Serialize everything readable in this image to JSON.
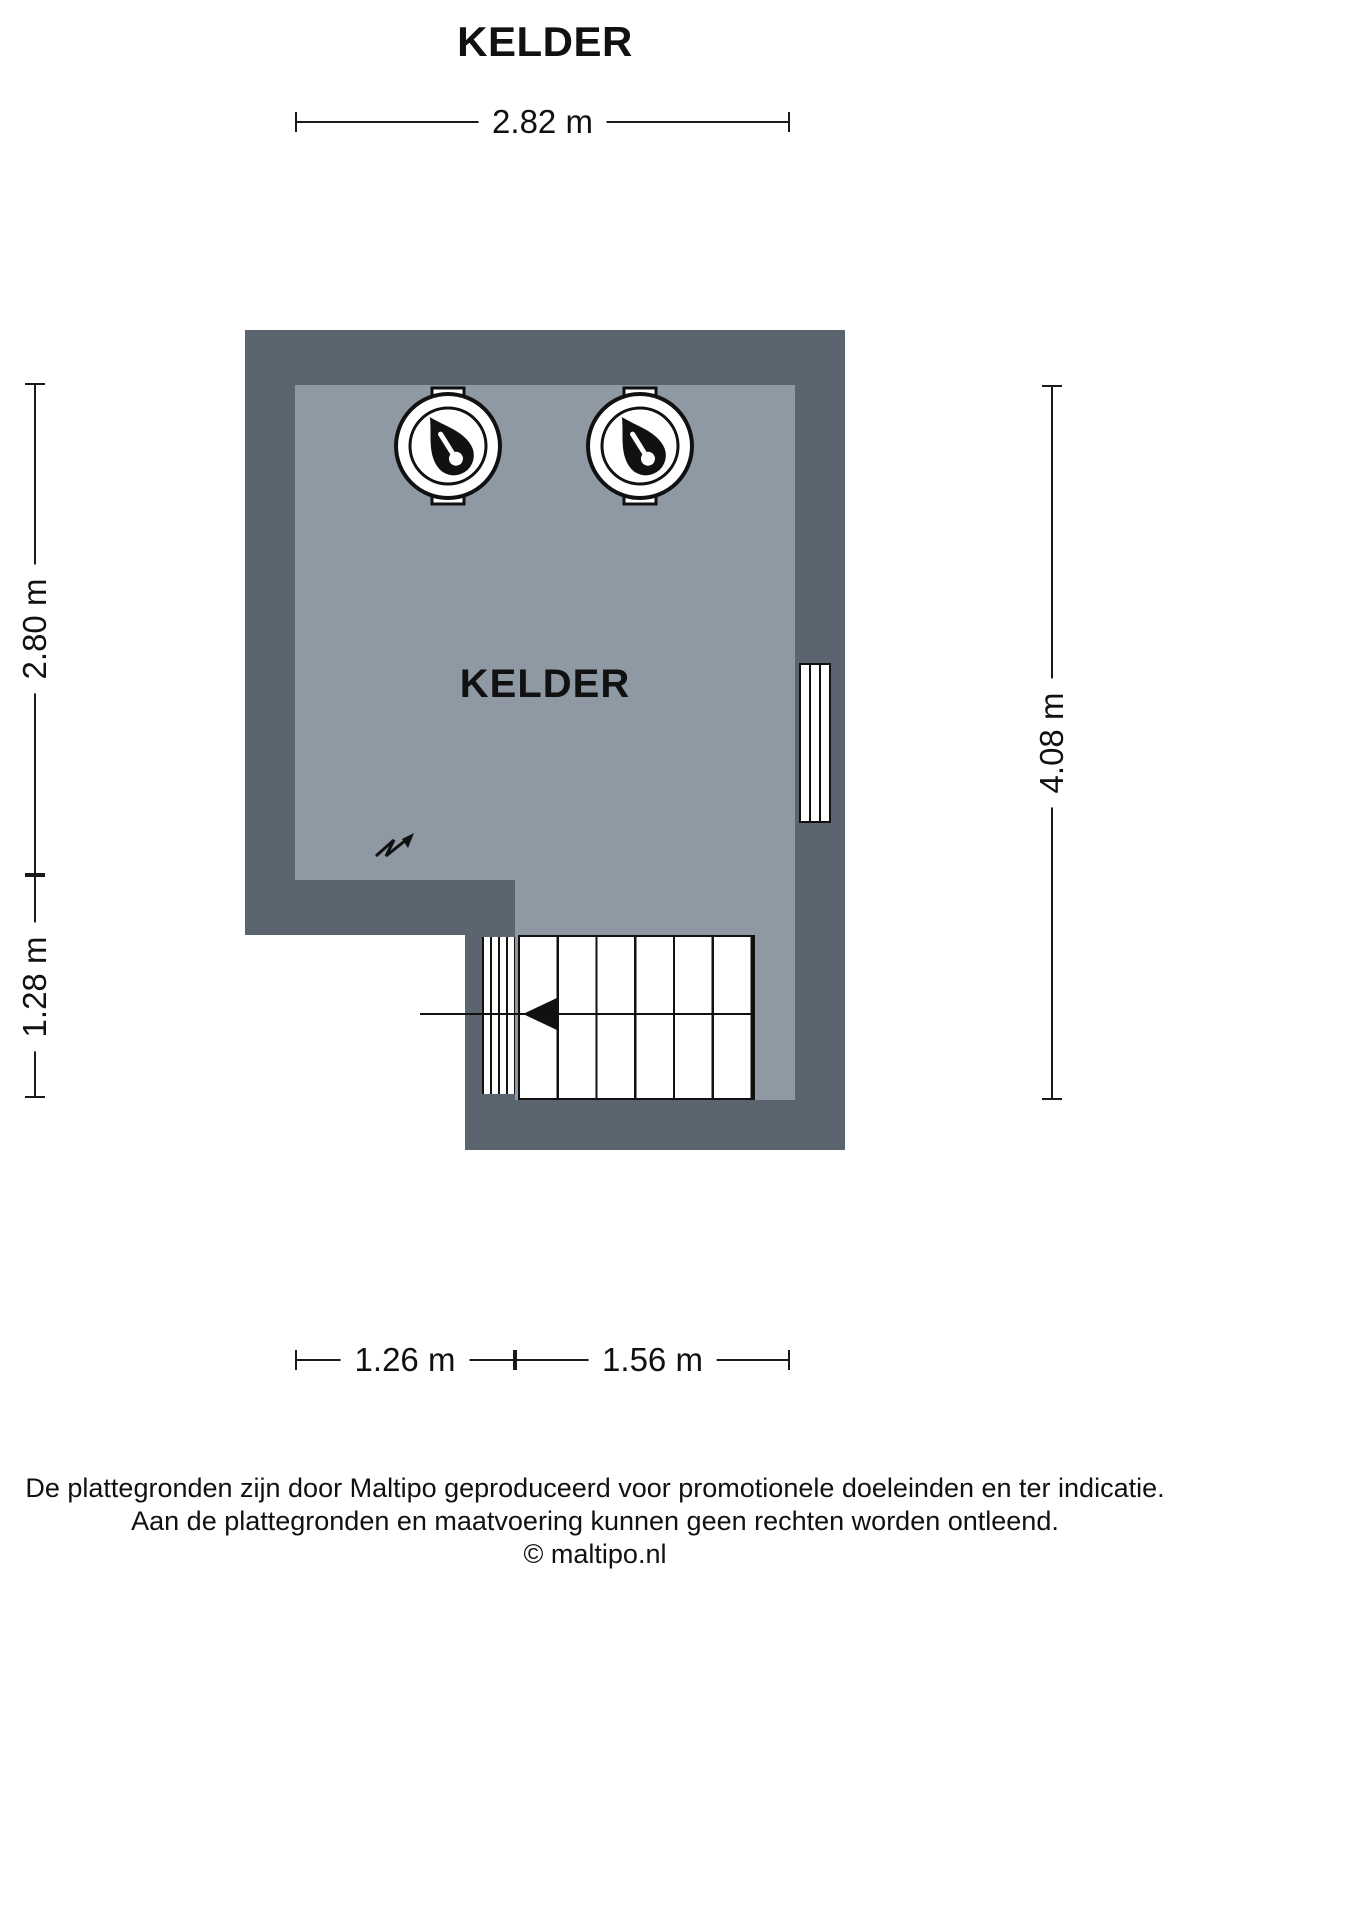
{
  "title": "KELDER",
  "room": {
    "label": "KELDER"
  },
  "dimensions": {
    "top_width": "2.82 m",
    "left_upper": "2.80 m",
    "left_lower": "1.28 m",
    "right_height": "4.08 m",
    "bottom_left": "1.26 m",
    "bottom_right": "1.56 m"
  },
  "icons": {
    "boiler_left": "boiler-thermometer-icon",
    "boiler_right": "boiler-thermometer-icon",
    "electricity": "lightning-icon"
  },
  "colors": {
    "wall": "#5a6570",
    "floor": "#8f99a4",
    "line": "#1a1a1a",
    "background": "#ffffff"
  },
  "footer": {
    "line1": "De plattegronden zijn door Maltipo geproduceerd voor promotionele doeleinden en ter indicatie.",
    "line2": "Aan de plattegronden en maatvoering kunnen geen rechten worden ontleend.",
    "line3": "© maltipo.nl"
  }
}
